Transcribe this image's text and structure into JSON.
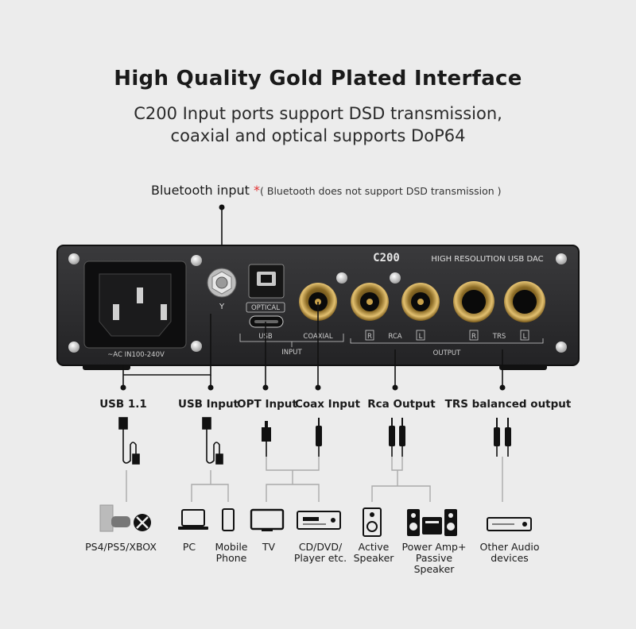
{
  "header": {
    "title": "High Quality Gold Plated Interface",
    "subtitle_line1": "C200 Input ports support DSD transmission,",
    "subtitle_line2": "coaxial and optical supports DoP64"
  },
  "bluetooth": {
    "label": "Bluetooth input",
    "asterisk": "*",
    "note": "( Bluetooth does not support DSD transmission )"
  },
  "device_panel": {
    "brand": "C200",
    "model_text": "HIGH RESOLUTION USB DAC",
    "power_label": "~AC IN100-240V",
    "optical": "OPTICAL",
    "usb": "USB",
    "coaxial": "COAXIAL",
    "input_group": "INPUT",
    "output_group": "OUTPUT",
    "rca": "RCA",
    "trs": "TRS",
    "right": "R",
    "left": "L",
    "antenna_symbol": "Y"
  },
  "ports": {
    "usb11": "USB 1.1",
    "usb_input": "USB Input",
    "opt_input": "OPT Input",
    "coax_input": "Coax Input",
    "rca_output": "Rca Output",
    "trs_output": "TRS balanced output"
  },
  "devices": {
    "ps": "PS4/PS5/XBOX",
    "pc": "PC",
    "mobile1": "Mobile",
    "mobile2": "Phone",
    "tv": "TV",
    "cd1": "CD/DVD/",
    "cd2": "Player etc.",
    "active1": "Active",
    "active2": "Speaker",
    "amp1": "Power Amp+",
    "amp2": "Passive",
    "amp3": "Speaker",
    "other1": "Other Audio",
    "other2": "devices"
  },
  "colors": {
    "background": "#ececec",
    "panel": "#2b2b2d",
    "gold": "#c9a14a",
    "accent_red": "#e23030"
  }
}
